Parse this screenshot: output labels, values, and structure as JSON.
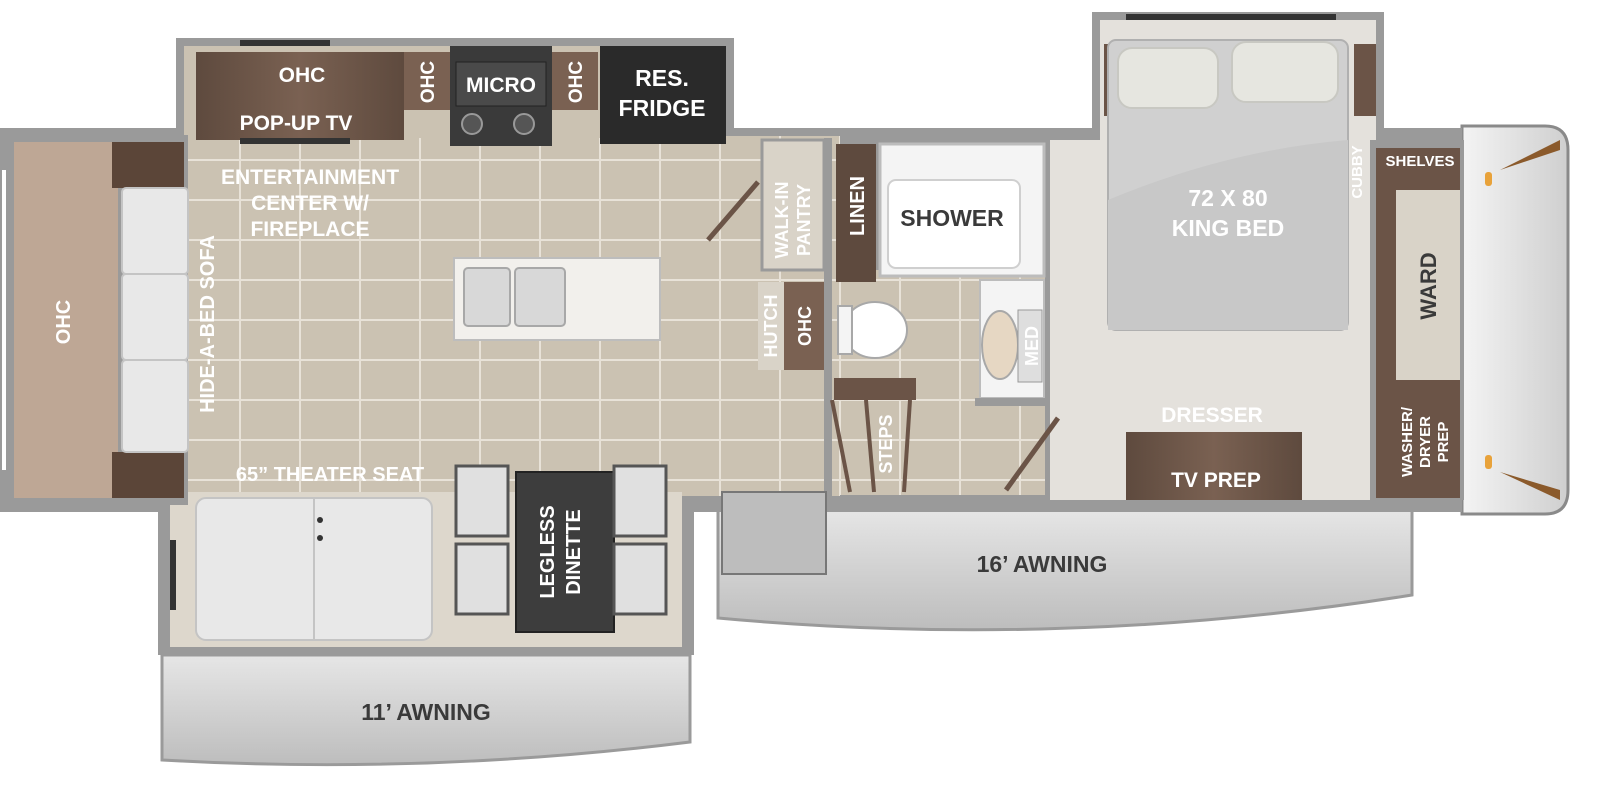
{
  "colors": {
    "wall": "#8a8a8a",
    "floor_tile": "#cbc2b2",
    "floor_carpet": "#e4e1dc",
    "wood": "#6b5447",
    "wood_light": "#bfa48f",
    "awning": "#d6d6d6",
    "fridge": "#2a2a2a"
  },
  "labels": {
    "ohc_kitchen": "OHC",
    "popup_tv": "POP-UP TV",
    "ohc_left_micro": "OHC",
    "micro": "MICRO",
    "ohc_right_micro": "OHC",
    "fridge_line1": "RES.",
    "fridge_line2": "FRIDGE",
    "ent_line1": "ENTERTAINMENT",
    "ent_line2": "CENTER W/",
    "ent_line3": "FIREPLACE",
    "ohc_slide": "OHC",
    "hide_a_bed": "HIDE-A-BED SOFA",
    "walk_in_line1": "WALK-IN",
    "walk_in_line2": "PANTRY",
    "hutch": "HUTCH",
    "ohc_hutch": "OHC",
    "linen": "LINEN",
    "shower": "SHOWER",
    "med": "MED",
    "steps": "STEPS",
    "bed_line1": "72 X 80",
    "bed_line2": "KING BED",
    "cubby": "CUBBY",
    "shelves": "SHELVES",
    "ward": "WARD",
    "washer_line1": "WASHER/",
    "washer_line2": "DRYER",
    "washer_line3": "PREP",
    "dresser": "DRESSER",
    "tv_prep": "TV PREP",
    "theater_seat": "65” THEATER SEAT",
    "dinette_line1": "LEGLESS",
    "dinette_line2": "DINETTE",
    "awning_16": "16’ AWNING",
    "awning_11": "11’ AWNING"
  }
}
